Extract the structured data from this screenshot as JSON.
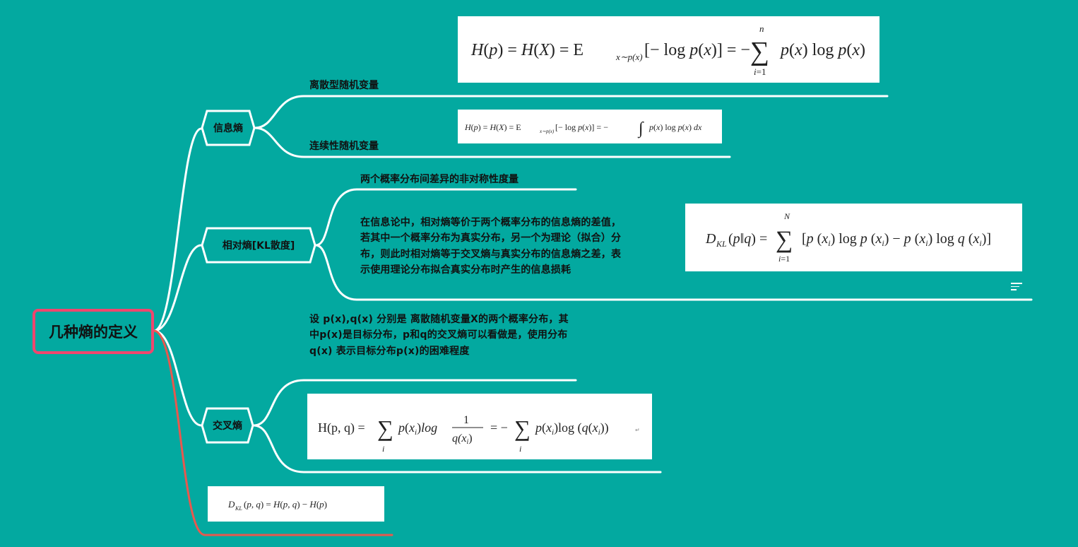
{
  "root": {
    "label": "几种熵的定义"
  },
  "branches": [
    {
      "label": "信息熵",
      "children": [
        {
          "label": "离散型随机变量"
        },
        {
          "label": "连续性随机变量"
        }
      ]
    },
    {
      "label": "相对熵[KL散度]",
      "children": [
        {
          "label": "两个概率分布间差异的非对称性度量"
        },
        {
          "text": "在信息论中，相对熵等价于两个概率分布的信息熵的差值，若其中一个概率分布为真实分布，另一个为理论（拟合）分布，则此时相对熵等于交叉熵与真实分布的信息熵之差，表示使用理论分布拟合真实分布时产生的信息损耗"
        }
      ]
    },
    {
      "label": "交叉熵",
      "children": [
        {
          "text": "设 p(x),q(x) 分别是 离散随机变量X的两个概率分布，其中p(x)是目标分布，p和q的交叉熵可以看做是，使用分布q(x) 表示目标分布p(x)的困难程度"
        }
      ]
    }
  ],
  "colors": {
    "background": "#03a9a0",
    "root_border": "#f0466e",
    "edge": "#ffffff",
    "edge_highlight": "#e8584e"
  },
  "icons": {
    "note": "notes-icon"
  }
}
